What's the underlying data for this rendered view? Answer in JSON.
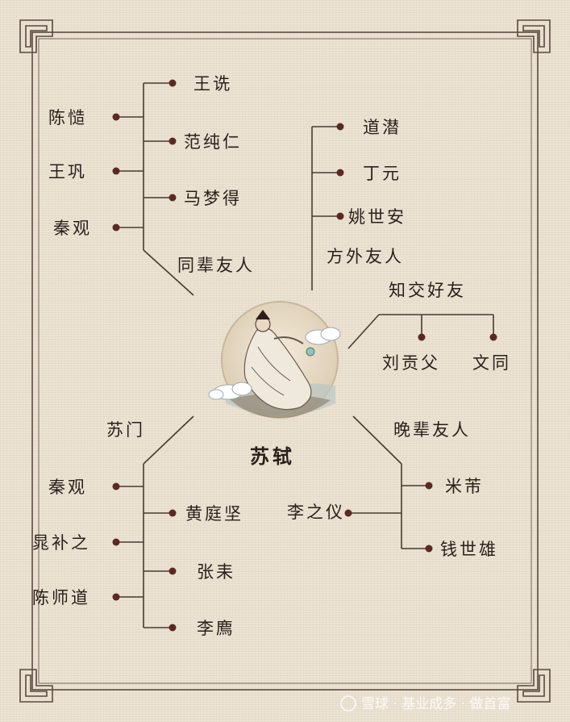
{
  "center": {
    "name": "苏轼"
  },
  "groups": {
    "peers": {
      "title": "同辈友人",
      "left": [
        "陈慥",
        "王巩",
        "秦观"
      ],
      "right": [
        "王诜",
        "范纯仁",
        "马梦得"
      ]
    },
    "outsiders": {
      "title": "方外友人",
      "members": [
        "道潜",
        "丁元",
        "姚世安"
      ]
    },
    "close": {
      "title": "知交好友",
      "members": [
        "刘贡父",
        "文同"
      ]
    },
    "disciples": {
      "title": "苏门",
      "left": [
        "秦观",
        "晁补之",
        "陈师道"
      ],
      "right": [
        "黄庭坚",
        "张耒",
        "李廌"
      ]
    },
    "juniors": {
      "title": "晚辈友人",
      "left": [
        "李之仪"
      ],
      "right": [
        "米芾",
        "钱世雄"
      ]
    }
  },
  "watermark": {
    "text": "雪球 · 基业成多 · 做首富"
  },
  "colors": {
    "line": "#4a3a33",
    "dot": "#5a2a22",
    "text": "#2a1f1a",
    "frame": "#5a4a40"
  }
}
